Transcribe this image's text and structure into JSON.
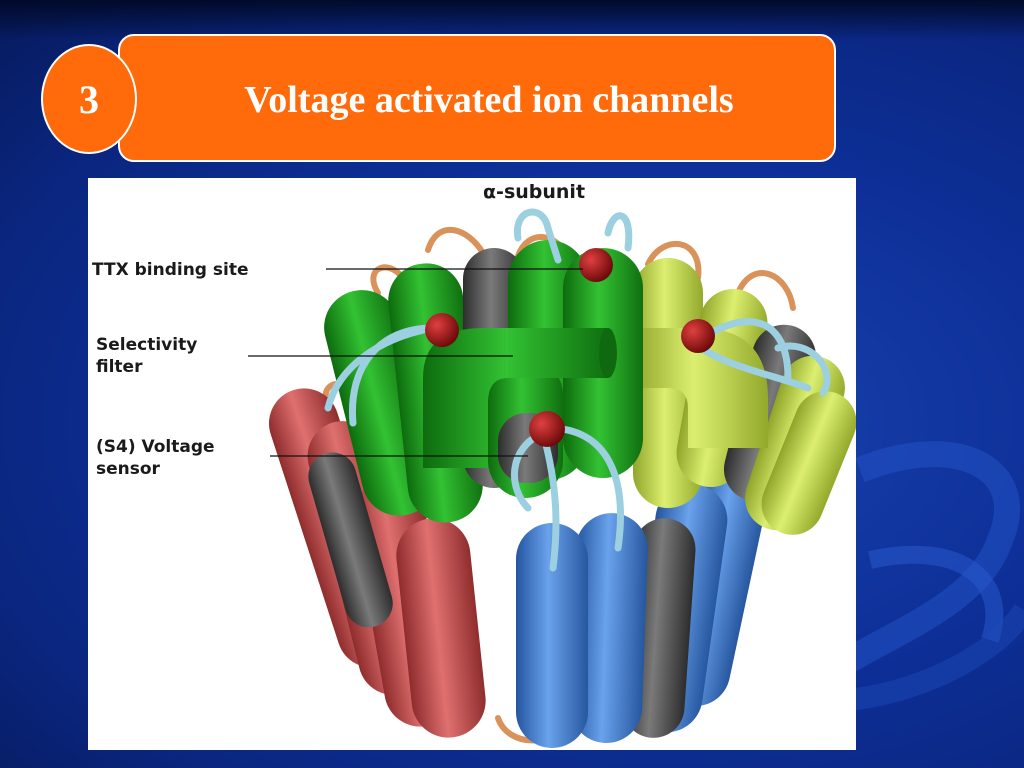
{
  "slide": {
    "number": "3",
    "title": "Voltage activated ion channels"
  },
  "figure": {
    "labels": {
      "alpha_subunit": "α-subunit",
      "ttx_binding_site": "TTX binding site",
      "selectivity_filter": "Selectivity\nfilter",
      "voltage_sensor": "(S4) Voltage\nsensor"
    }
  },
  "colors": {
    "title_bar": "#ff6a0a",
    "background": "#0d2f97",
    "domain_green": "#1e9b1e",
    "domain_yellow": "#c7dc4a",
    "domain_blue": "#3f7ed6",
    "domain_red": "#c94a4a",
    "s4_segment": "#555555",
    "ttx_site": "#a01010",
    "loop_light_blue": "#a9d7e6",
    "loop_tan": "#d9935a"
  }
}
